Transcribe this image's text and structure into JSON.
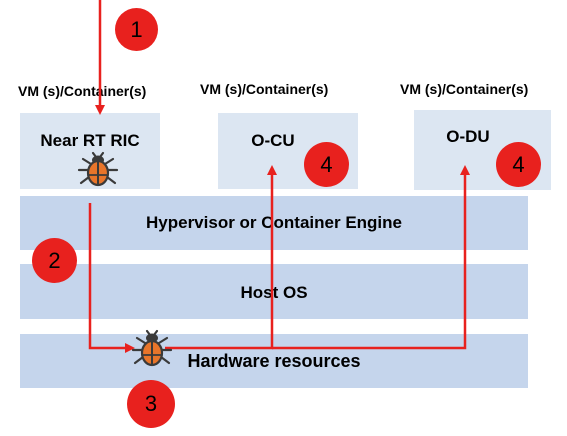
{
  "columns": {
    "caption_1": "VM (s)/Container(s)",
    "caption_2": "VM (s)/Container(s)",
    "caption_3": "VM (s)/Container(s)"
  },
  "components": {
    "near_rt_ric": "Near RT RIC",
    "o_cu": "O-CU",
    "o_du": "O-DU"
  },
  "layers": {
    "hypervisor": "Hypervisor or Container Engine",
    "host_os": "Host OS",
    "hardware": "Hardware resources"
  },
  "step_markers": {
    "step_1": "1",
    "step_2": "2",
    "step_3": "3",
    "step_4_ocu": "4",
    "step_4_odu": "4"
  },
  "colors": {
    "marker_fill": "#e8211e",
    "arrow": "#e8211e",
    "component_box": "#dce6f2",
    "layer_fill": "#c5d5ec",
    "bug_body": "#e8752a"
  },
  "icons": {
    "bug_1": "bug-icon",
    "bug_2": "bug-icon"
  }
}
